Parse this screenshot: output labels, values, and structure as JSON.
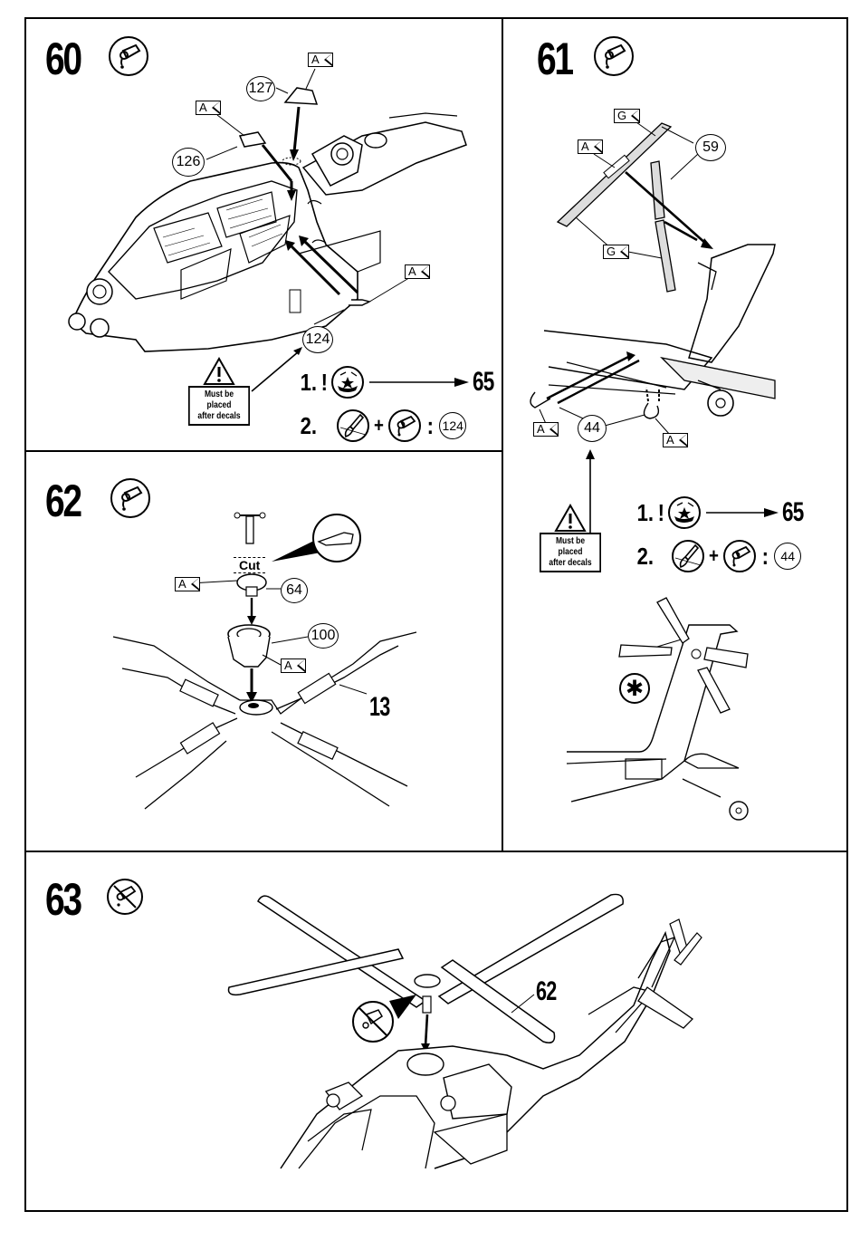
{
  "document": {
    "type": "model kit assembly instructions",
    "subject": "helicopter (AH-64 Apache style)"
  },
  "steps": [
    {
      "number": "60",
      "glue_icon": "glue-tube-icon",
      "parts": [
        "127",
        "126",
        "124"
      ],
      "decal_flags": [
        "A",
        "A",
        "A"
      ],
      "warning": {
        "icon": "warning-triangle-icon",
        "text_line1": "Must be placed",
        "text_line2": "after decals"
      },
      "instructions": [
        {
          "index": "1.",
          "bang": "!",
          "icon": "decal-application-icon",
          "arrow_to": "65"
        },
        {
          "index": "2.",
          "icon_a": "paint-brush-icon",
          "plus": "+",
          "icon_b": "glue-tube-icon",
          "colon": ":",
          "part": "124"
        }
      ]
    },
    {
      "number": "61",
      "glue_icon": "glue-tube-icon",
      "parts": [
        "59",
        "44"
      ],
      "decal_flags": [
        "G",
        "A",
        "G",
        "A",
        "A"
      ],
      "warning": {
        "icon": "warning-triangle-icon",
        "text_line1": "Must be placed",
        "text_line2": "after decals"
      },
      "instructions": [
        {
          "index": "1.",
          "bang": "!",
          "icon": "decal-application-icon",
          "arrow_to": "65"
        },
        {
          "index": "2.",
          "icon_a": "paint-brush-icon",
          "plus": "+",
          "icon_b": "glue-tube-icon",
          "colon": ":",
          "part": "44"
        }
      ],
      "detail_icon": "asterisk-icon",
      "detail_symbol": "✱"
    },
    {
      "number": "62",
      "glue_icon": "glue-tube-icon",
      "cut_label": "Cut",
      "tool_icon": "hobby-knife-icon",
      "parts": [
        "64",
        "100"
      ],
      "decal_flags": [
        "A",
        "A"
      ],
      "subassembly_ref": "13"
    },
    {
      "number": "63",
      "glue_icon": "no-glue-icon",
      "subassembly_ref": "62",
      "inline_icon": "no-glue-icon"
    }
  ]
}
